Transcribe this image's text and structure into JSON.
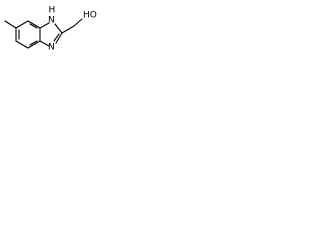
{
  "structure": {
    "atoms": {
      "nh_label": "H",
      "nh_atom": "N",
      "n_label": "N",
      "oh_label": "HO"
    }
  }
}
